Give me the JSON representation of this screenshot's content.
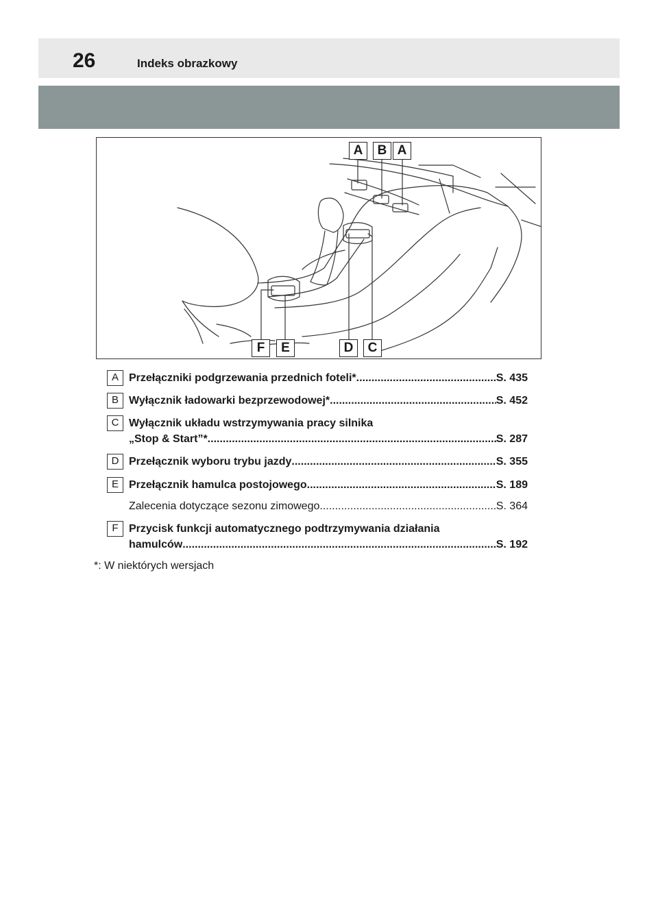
{
  "header": {
    "page_number": "26",
    "title": "Indeks obrazkowy"
  },
  "figure": {
    "callouts_top": [
      "A",
      "B",
      "A"
    ],
    "callouts_bottom": [
      "F",
      "E",
      "D",
      "C"
    ]
  },
  "entries": [
    {
      "key": "A",
      "lines": [
        {
          "text": "Przełączniki podgrzewania przednich foteli*",
          "page": "S. 435",
          "bold": true
        }
      ]
    },
    {
      "key": "B",
      "lines": [
        {
          "text": "Wyłącznik ładowarki bezprzewodowej* ",
          "page": "S. 452",
          "bold": true
        }
      ]
    },
    {
      "key": "C",
      "lines": [
        {
          "text": "Wyłącznik układu wstrzymywania pracy silnika",
          "page": "",
          "bold": true
        },
        {
          "text": "„Stop & Start”* ",
          "page": "S. 287",
          "bold": true
        }
      ]
    },
    {
      "key": "D",
      "lines": [
        {
          "text": "Przełącznik wyboru trybu jazdy ",
          "page": "S. 355",
          "bold": true
        }
      ]
    },
    {
      "key": "E",
      "lines": [
        {
          "text": "Przełącznik hamulca postojowego",
          "page": "S. 189",
          "bold": true
        },
        {
          "text": "Zalecenia dotyczące sezonu zimowego",
          "page": "S. 364",
          "bold": false
        }
      ]
    },
    {
      "key": "F",
      "lines": [
        {
          "text": "Przycisk funkcji automatycznego podtrzymywania działania",
          "page": "",
          "bold": true
        },
        {
          "text": "hamulców",
          "page": "S. 192",
          "bold": true
        }
      ]
    }
  ],
  "footnote": "*: W niektórych wersjach"
}
